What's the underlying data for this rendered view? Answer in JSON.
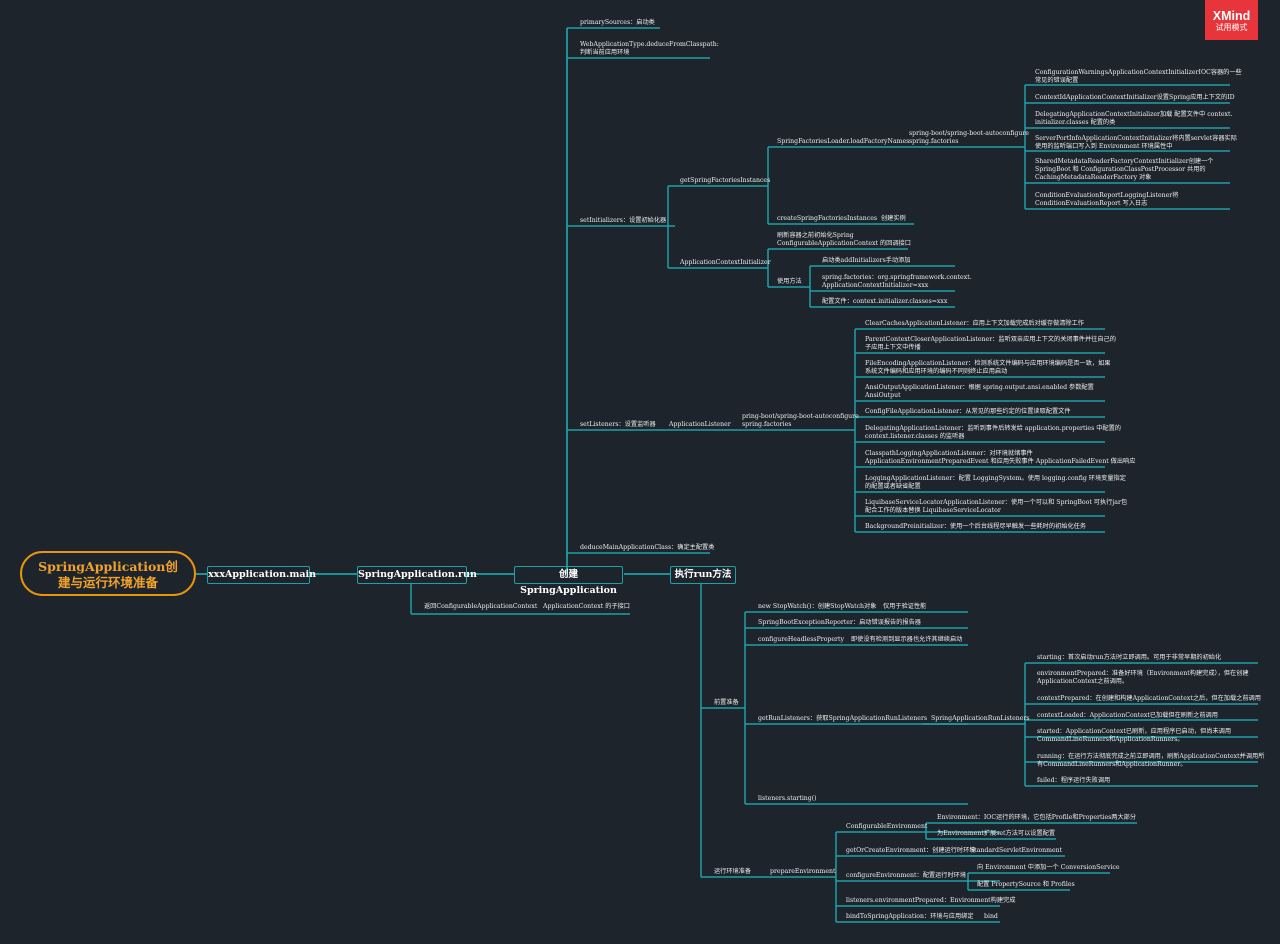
{
  "badge": {
    "brand": "XMind",
    "mode": "试用模式"
  },
  "root": {
    "line1": "SpringApplication创",
    "line2": "建与运行环境准备"
  },
  "main": {
    "n1": "xxxApplication.main",
    "n2": "SpringApplication.run",
    "n3": "创建SpringApplication",
    "n4": "执行run方法"
  },
  "run_return": {
    "a": "返回ConfigurableApplicationContext",
    "b": "ApplicationContext 的子接口"
  },
  "create": {
    "primary": "primarySources：启动类",
    "webtype1": "WebApplicationType.deduceFromClasspath:",
    "webtype2": "判断当前应用环境",
    "init": "setInitializers：设置初始化器",
    "get_sfi": "getSpringFactoriesInstances",
    "sfl": "SpringFactoriesLoader.loadFactoryNames",
    "sfl_src1": "spring-boot/spring-boot-autoconfigure",
    "sfl_src2": "spring.factories",
    "init_items": [
      [
        "ConfigurationWarningsApplicationContextInitializerIOC容器的一些",
        "常见的错误配置"
      ],
      [
        "ContextIdApplicationContextInitializer设置Spring应用上下文的ID"
      ],
      [
        "DelegatingApplicationContextInitializer加载 配置文件中 context.",
        "initializer.classes 配置的类"
      ],
      [
        "ServerPortInfoApplicationContextInitializer将内置servlet容器实际",
        "使用的监听端口写入到 Environment 环境属性中"
      ],
      [
        "SharedMetadataReaderFactoryContextInitializer创建一个",
        "SpringBoot 和 ConfigurationClassPostProcessor 共用的",
        "CachingMetadataReaderFactory 对象"
      ],
      [
        "ConditionEvaluationReportLoggingListener将",
        "ConditionEvaluationReport 写入日志"
      ]
    ],
    "create_sfi": "createSpringFactoriesInstances",
    "create_inst": "创建实例",
    "aci": "ApplicationContextInitializer",
    "aci_desc1": "刷新容器之前初始化Spring",
    "aci_desc2": "ConfigurableApplicationContext 的回调接口",
    "usage": "使用方法",
    "usage_items": [
      [
        "启动类addInitializers手动添加"
      ],
      [
        "spring.factories：org.springframework.context.",
        "ApplicationContextInitializer=xxx"
      ],
      [
        "配置文件：context.initializer.classes=xxx"
      ]
    ],
    "listeners": "setListeners：设置监听器",
    "app_listener": "ApplicationListener",
    "lis_src1": "pring-boot/spring-boot-autoconfigure",
    "lis_src2": "spring.factories",
    "listener_items": [
      [
        "ClearCachesApplicationListener：应用上下文加载完成后对缓存做清除工作"
      ],
      [
        "ParentContextCloserApplicationListener：监听双亲应用上下文的关闭事件并往自己的",
        "子应用上下文中传播"
      ],
      [
        "FileEncodingApplicationListener：检测系统文件编码与应用环境编码是否一致，如果",
        "系统文件编码和应用环境的编码不同则终止应用启动"
      ],
      [
        "AnsiOutputApplicationListener：根据 spring.output.ansi.enabled 参数配置",
        "AnsiOutput"
      ],
      [
        "ConfigFileApplicationListener：从常见的那些约定的位置读取配置文件"
      ],
      [
        "DelegatingApplicationListener：监听到事件后转发给 application.properties 中配置的",
        "context.listener.classes 的监听器"
      ],
      [
        "ClasspathLoggingApplicationListener：对环境就绪事件",
        "ApplicationEnvironmentPreparedEvent 和应用失败事件 ApplicationFailedEvent 做出响应"
      ],
      [
        "LoggingApplicationListener：配置 LoggingSystem。使用 logging.config 环境变量指定",
        "的配置或者缺省配置"
      ],
      [
        "LiquibaseServiceLocatorApplicationListener：使用一个可以和 SpringBoot 可执行jar包",
        "配合工作的版本替换 LiquibaseServiceLocator"
      ],
      [
        "BackgroundPreinitializer：使用一个后台线程尽早触发一些耗时的初始化任务"
      ]
    ],
    "deduce_main": "deduceMainApplicationClass：确定主配置类"
  },
  "run": {
    "prep": "前置准备",
    "stopwatch": "new StopWatch()：创建StopWatch对象",
    "stopwatch_desc": "仅用于验证性能",
    "reporter": "SpringBootExceptionReporter：启动错误报告的报告器",
    "headless": "configureHeadlessProperty",
    "headless_desc": "即使没有检测到显示器也允许其继续启动",
    "get_listeners": "getRunListeners：获取SpringApplicationRunListeners",
    "run_listeners": "SpringApplicationRunListeners",
    "events": [
      [
        "starting：首次启动run方法时立即调用。可用于非常早期的初始化"
      ],
      [
        "environmentPrepared：准备好环境（Environment构建完成），但在创建",
        "ApplicationContext之前调用。"
      ],
      [
        "contextPrepared：在创建和构建ApplicationContext之后，但在加载之前调用"
      ],
      [
        "contextLoaded：ApplicationContext已加载但在刷新之前调用"
      ],
      [
        "started：ApplicationContext已刷新，应用程序已启动，但尚未调用",
        "CommandLineRunners和ApplicationRunners。"
      ],
      [
        "running：在运行方法彻底完成之前立即调用，刷新ApplicationContext并调用所",
        "有CommandLineRunners和ApplicationRunner。"
      ],
      [
        "failed：程序运行失败调用"
      ]
    ],
    "starting": "listeners.starting()",
    "env": "运行环境准备",
    "prep_env": "prepareEnvironment",
    "cfg_env": "ConfigurableEnvironment",
    "cfg_env_a": "Environment：IOC运行的环境，它包括Profile和Properties两大部分",
    "cfg_env_b": "为Environment扩展set方法可以设置配置",
    "get_create": "getOrCreateEnvironment：创建运行时环境",
    "std_env": "StandardServletEnvironment",
    "configure": "configureEnvironment：配置运行时环境",
    "configure_a": "向 Environment 中添加一个 ConversionService",
    "configure_b": "配置 PropertySource 和 Profiles",
    "env_prepared": "listeners.environmentPrepared：Environment构建完成",
    "bind": "bindToSpringApplication：环境与应用绑定",
    "bind_b": "bind"
  }
}
